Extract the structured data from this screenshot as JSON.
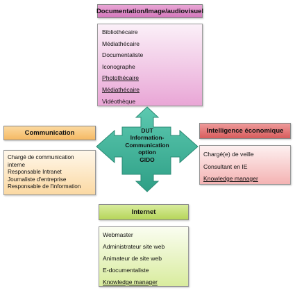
{
  "center": {
    "lines": [
      "DUT",
      "Information-",
      "Communication",
      "option",
      "GIDO"
    ]
  },
  "documentation": {
    "title": "Documentation/Image/audiovisuel",
    "items": [
      "Bibliothécaire",
      "Médiathécaire",
      "Documentaliste",
      "Iconographe",
      "Photothécaire",
      "Médiathécaire",
      "Vidéothèque"
    ]
  },
  "communication": {
    "title": "Communication",
    "items": [
      "Chargé de communication",
      "interne",
      "Responsable Intranet",
      "Journaliste d'entreprise",
      "Responsable de l'information"
    ]
  },
  "intelligence": {
    "title": "Intelligence économique",
    "items": [
      "Chargé(e) de veille",
      "Consultant en IE",
      "Knowledge manager"
    ]
  },
  "internet": {
    "title": "Internet",
    "items": [
      "Webmaster",
      "Administrateur site web",
      "Animateur de site web",
      "E-documentaliste",
      "Knowledge manager"
    ]
  },
  "colors": {
    "documentation": "#d478bc",
    "communication": "#f5b963",
    "intelligence": "#d85c5c",
    "internet": "#b6d55a",
    "arrows": "#3fb39a"
  }
}
